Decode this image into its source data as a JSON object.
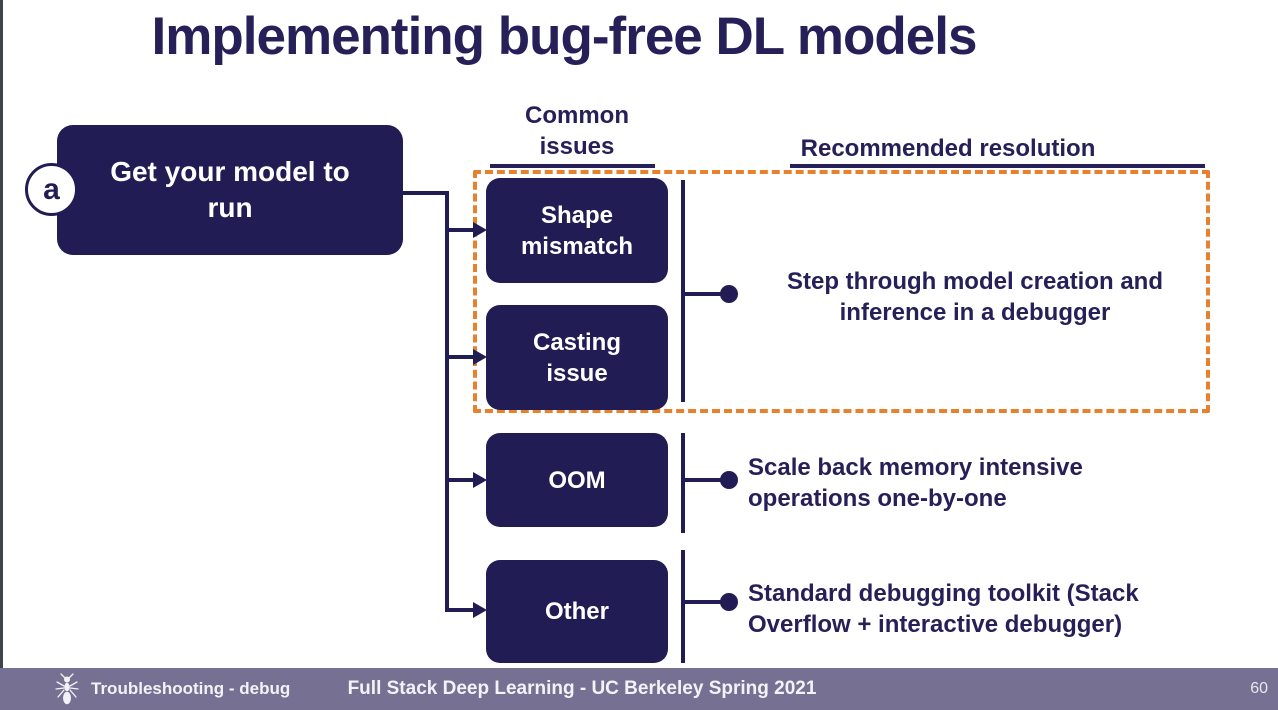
{
  "slide": {
    "title": "Implementing bug-free DL models",
    "step_marker": "a",
    "root_box": "Get your model to run",
    "issues_header": "Common issues",
    "resolution_header": "Recommended resolution",
    "issues": [
      {
        "label": "Shape mismatch"
      },
      {
        "label": "Casting issue"
      },
      {
        "label": "OOM"
      },
      {
        "label": "Other"
      }
    ],
    "resolutions": [
      {
        "text": "Step through model creation and inference in a debugger"
      },
      {
        "text": "Scale back memory intensive operations one-by-one"
      },
      {
        "text": "Standard debugging toolkit (Stack Overflow + interactive debugger)"
      }
    ],
    "colors": {
      "navy": "#221c55",
      "orange_dashed": "#e8812e",
      "footer_purple": "#767192"
    }
  },
  "footer": {
    "section": "Troubleshooting - debug",
    "course": "Full Stack Deep Learning - UC Berkeley Spring 2021",
    "page_number": "60"
  }
}
